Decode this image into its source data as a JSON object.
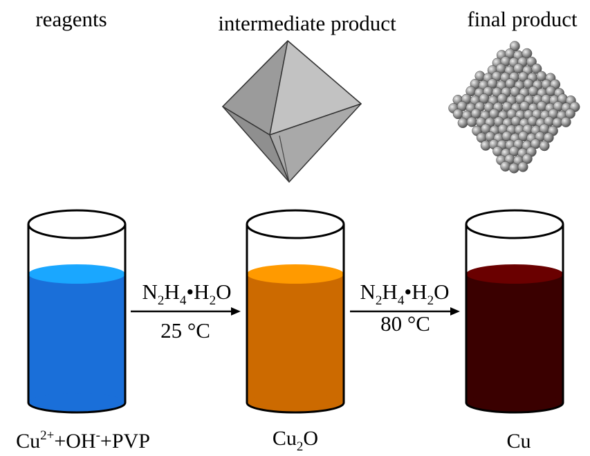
{
  "headings": {
    "reagents": "reagents",
    "intermediate": "intermediate product",
    "final": "final product"
  },
  "steps": [
    {
      "reagent": {
        "n": "N",
        "n_sub": "2",
        "h": "H",
        "h_sub": "4",
        "dot": "•",
        "h2": "H",
        "h2_sub": "2",
        "o": "O"
      },
      "temperature": "25 °C"
    },
    {
      "reagent": {
        "n": "N",
        "n_sub": "2",
        "h": "H",
        "h_sub": "4",
        "dot": "•",
        "h2": "H",
        "h2_sub": "2",
        "o": "O"
      },
      "temperature": "80 °C"
    }
  ],
  "beakers": [
    {
      "label": {
        "a": "Cu",
        "a_sup": "2+",
        "b": "+OH",
        "b_sup": "-",
        "c": "+PVP"
      },
      "colors": {
        "liquid": "#1a6fd9",
        "surface": "#1aa7ff"
      }
    },
    {
      "label": {
        "a": "Cu",
        "a_sub": "2",
        "b": "O"
      },
      "colors": {
        "liquid": "#cc6a00",
        "surface": "#ff9a00"
      }
    },
    {
      "label": {
        "a": "Cu"
      },
      "colors": {
        "liquid": "#3a0000",
        "surface": "#6a0000"
      }
    }
  ],
  "icons": {
    "intermediate": "octahedron-crystal-icon",
    "final": "sphere-cluster-icon"
  },
  "colors": {
    "octahedron": "#a9a9a9",
    "sphere_light": "#eeeeee",
    "sphere_dark": "#555555"
  }
}
